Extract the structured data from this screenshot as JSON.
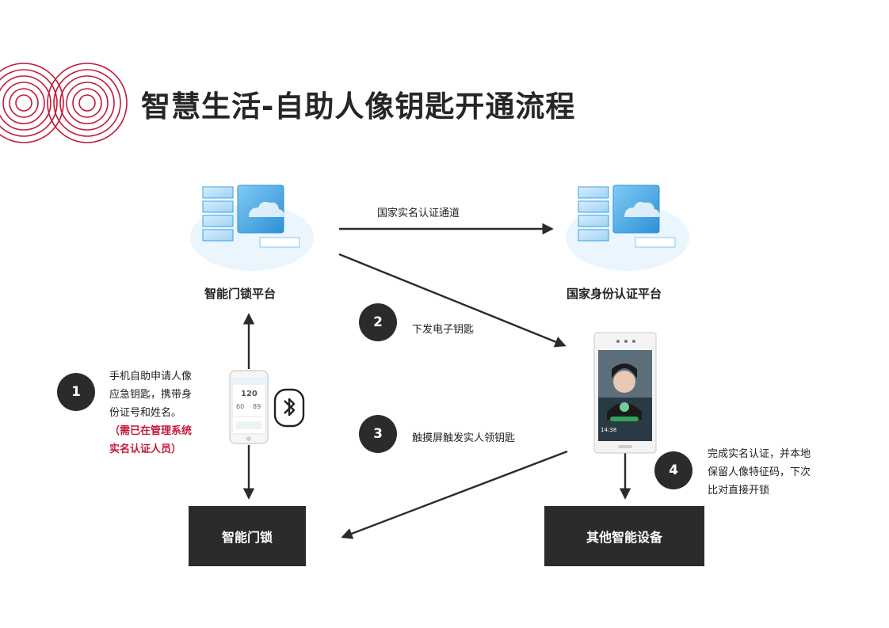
{
  "title": "智慧生活-自助人像钥匙开通流程",
  "nodes": {
    "platform": "智能门锁平台",
    "national": "国家身份认证平台",
    "lock": "智能门锁",
    "other": "其他智能设备"
  },
  "edges": {
    "channel": "国家实名认证通道",
    "issue_key": "下发电子钥匙",
    "touch_screen": "触摸屏触发实人领钥匙"
  },
  "steps": [
    "1",
    "2",
    "3",
    "4"
  ],
  "step1_note": {
    "line1": "手机自助申请人像",
    "line2": "应急钥匙，携带身",
    "line3": "份证号和姓名。",
    "line4": "（需已在管理系统",
    "line5": "实名认证人员）"
  },
  "step4_note": {
    "line1": "完成实名认证，并本地",
    "line2": "保留人像特征码，下次",
    "line3": "比对直接开锁"
  },
  "phone_screen": {
    "value_main": "120",
    "value_left": "60",
    "value_right": "89"
  },
  "device_screen": {
    "time": "14:38"
  },
  "colors": {
    "accent_red": "#c21a3a",
    "dark": "#2b2b2b",
    "server_blue": "#3aa3e8"
  }
}
